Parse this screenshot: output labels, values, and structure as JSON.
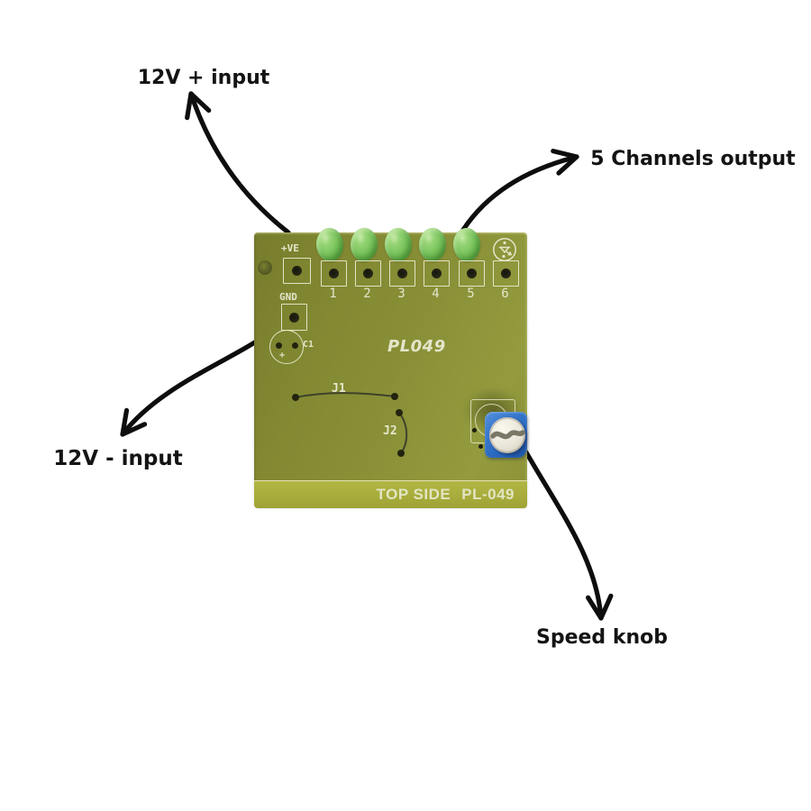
{
  "annotations": {
    "power_positive": "12V + input",
    "channels_output": "5 Channels output",
    "power_negative": "12V - input",
    "speed_knob": "Speed knob"
  },
  "board": {
    "silkscreen": {
      "positive": "+VE",
      "ground": "GND",
      "capacitor": "C1",
      "capacitor_polarity": "+",
      "model": "PL049",
      "jumper1": "J1",
      "jumper2": "J2",
      "bottom_left": "TOP SIDE",
      "bottom_right": "PL-049"
    },
    "pad_numbers": [
      "1",
      "2",
      "3",
      "4",
      "5",
      "6"
    ]
  },
  "colors": {
    "board_green": "#8a9037",
    "board_strip": "#a9ad3c",
    "led_green": "#74c158",
    "trimmer_blue": "#2e6fc6",
    "rotor_white": "#e9e5d8",
    "silkscreen_white": "#e4e6cb",
    "annotation_black": "#0e0e0e",
    "background": "#ffffff"
  }
}
